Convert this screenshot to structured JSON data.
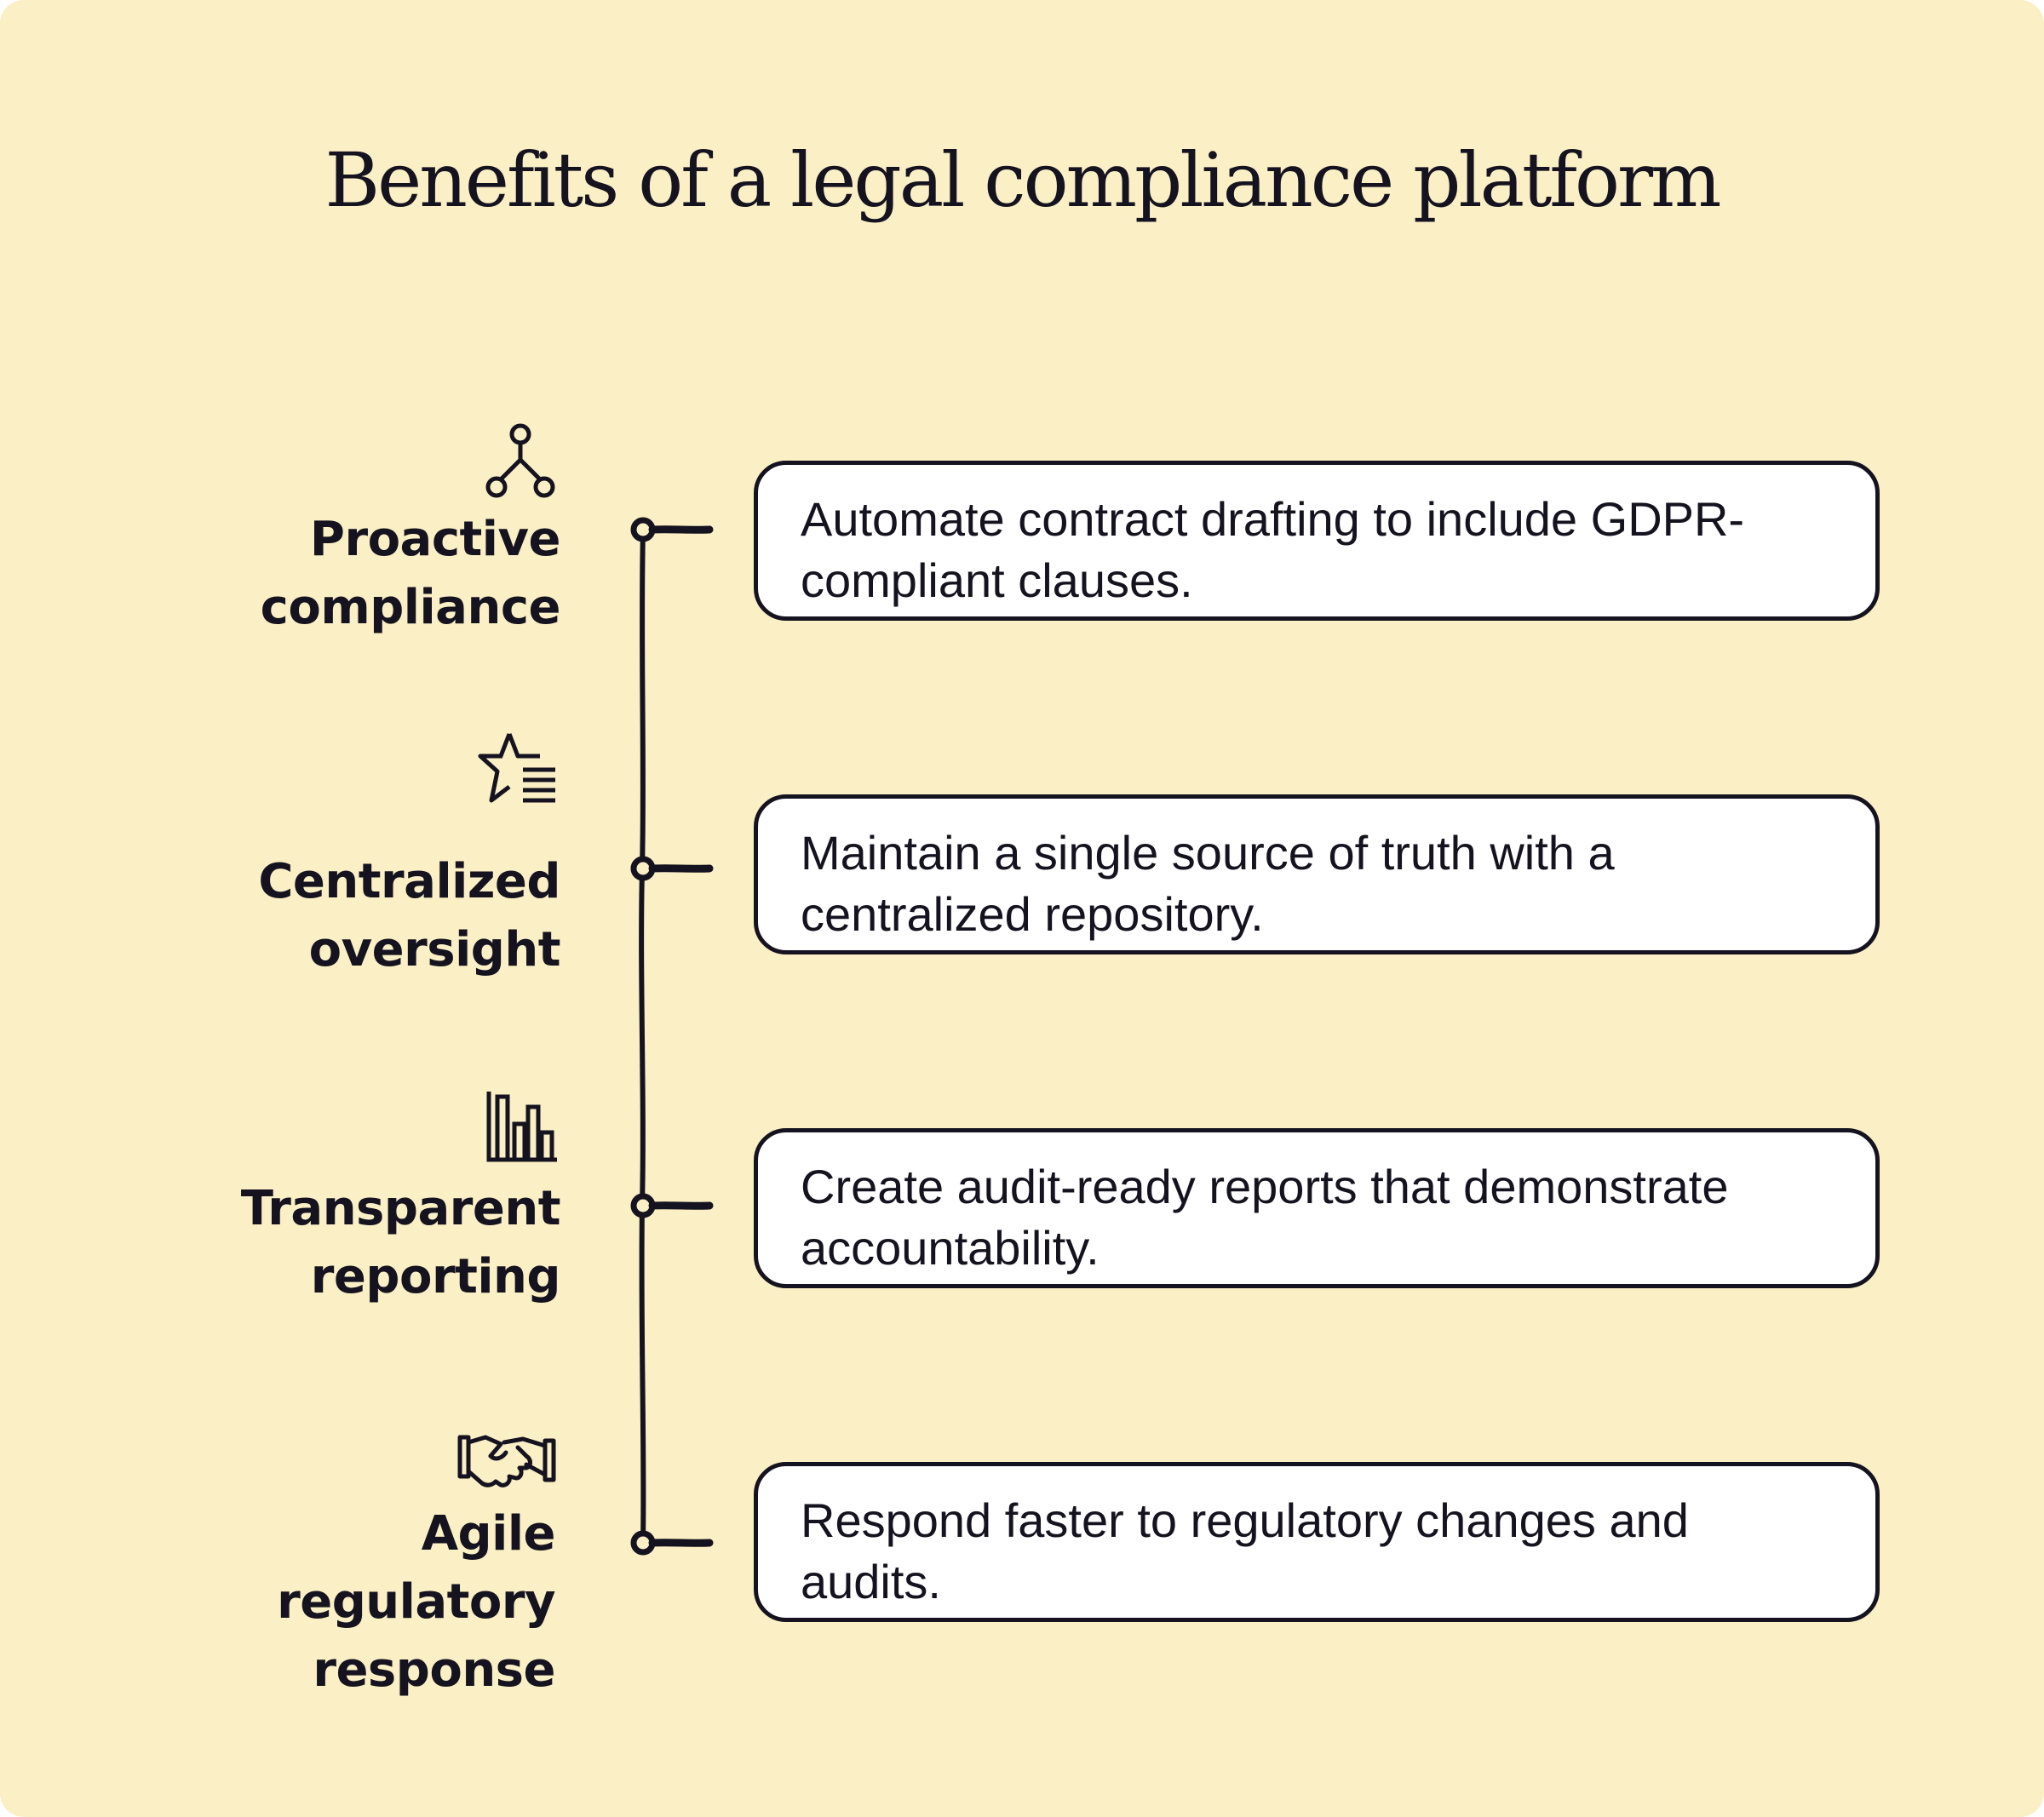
{
  "title": "Benefits of a legal compliance platform",
  "colors": {
    "background": "#fbefc5",
    "ink": "#14131f",
    "box_fill": "#ffffff"
  },
  "benefits": [
    {
      "label": "Proactive\ncompliance",
      "icon": "workflow-nodes-icon",
      "description": "Automate contract drafting to include GDPR-compliant clauses."
    },
    {
      "label": "Centralized\noversight",
      "icon": "star-list-icon",
      "description": "Maintain a single source of truth with a centralized repository."
    },
    {
      "label": "Transparent\nreporting",
      "icon": "bar-chart-icon",
      "description": "Create audit-ready reports that demonstrate accountability."
    },
    {
      "label": "Agile\nregulatory\nresponse",
      "icon": "handshake-icon",
      "description": "Respond faster to regulatory changes and audits."
    }
  ]
}
